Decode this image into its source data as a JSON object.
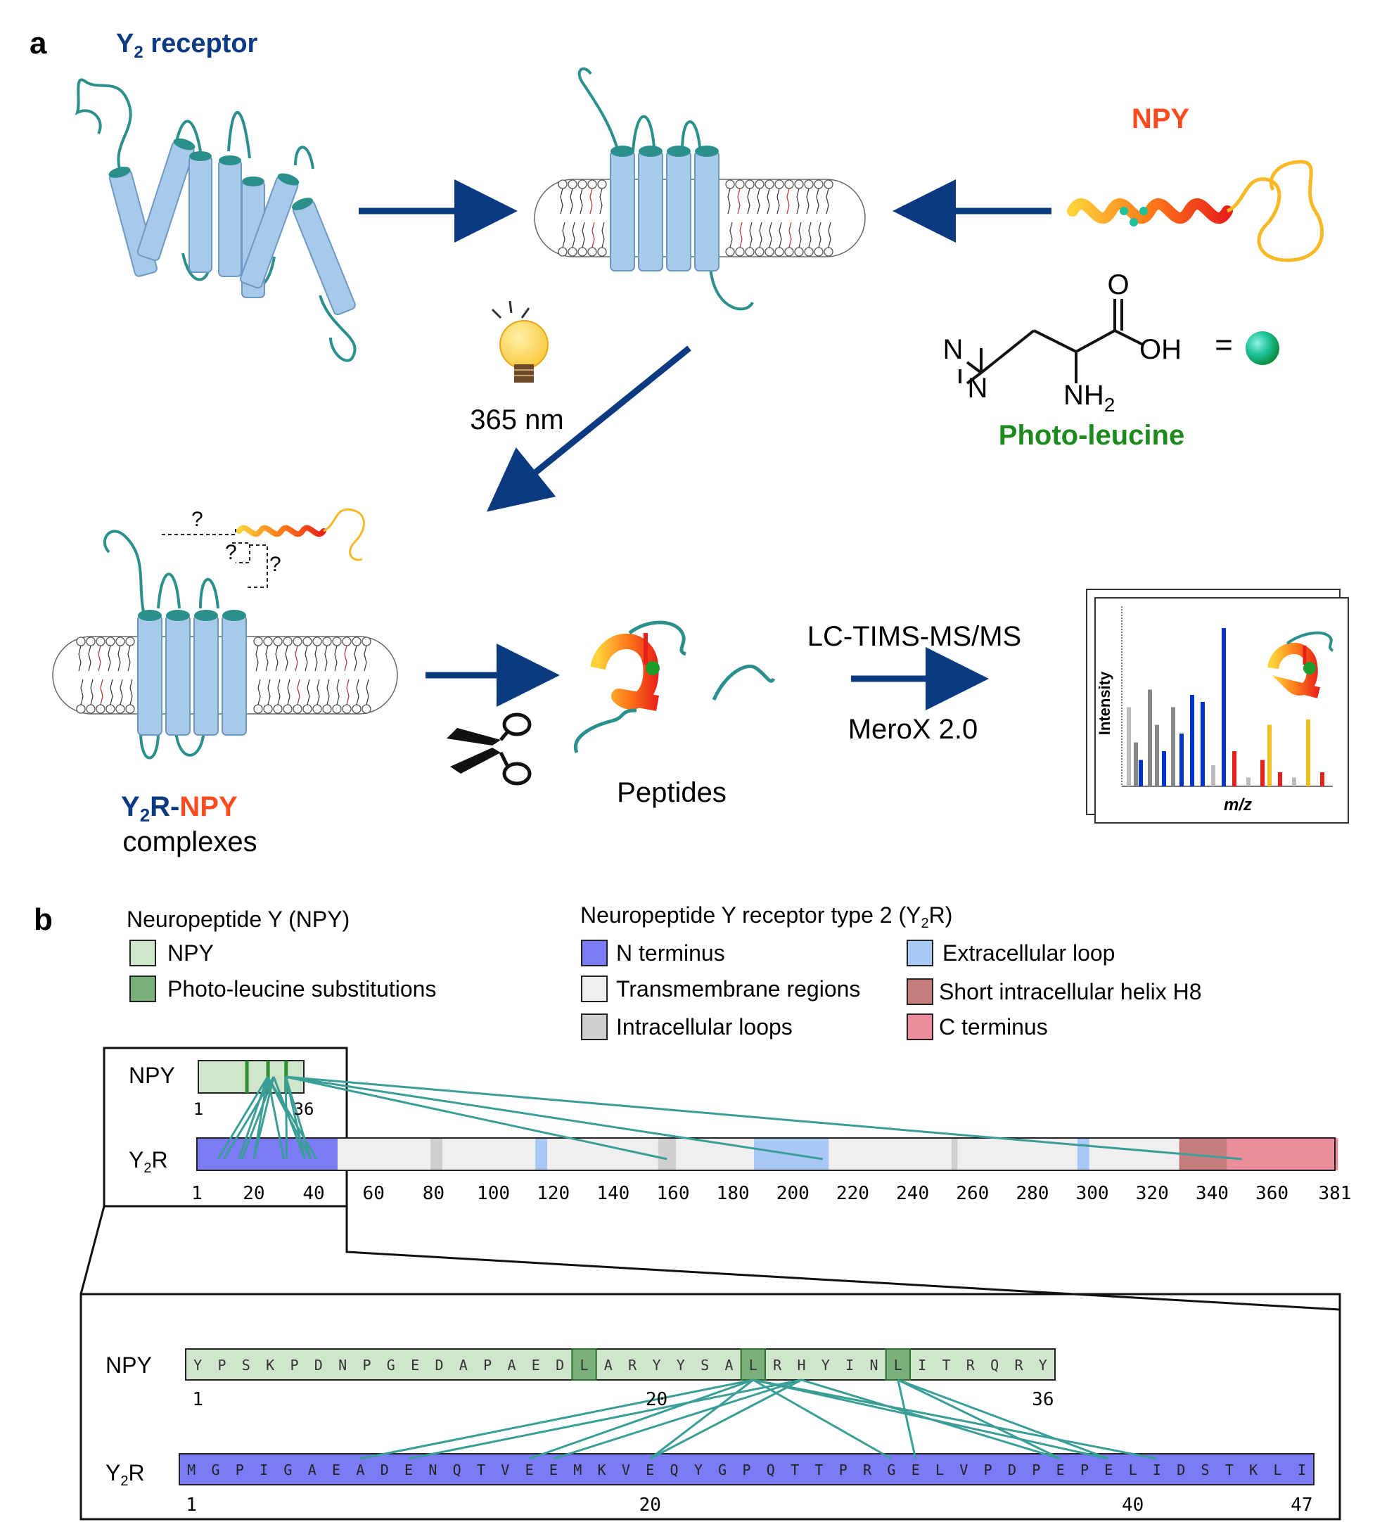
{
  "panel_a": {
    "label": "a",
    "receptor_title_main": "Y",
    "receptor_title_sub": "2",
    "receptor_title_rest": " receptor",
    "npy_title": "NPY",
    "light_label": "365 nm",
    "photoleucine": {
      "atom_o": "O",
      "atom_oh": "OH",
      "atom_n1": "N",
      "atom_n2": "N",
      "atom_nh": "NH",
      "atom_nh_sub": "2",
      "equals": "=",
      "name": "Photo-leucine"
    },
    "question_mark": "?",
    "complex_y": "Y",
    "complex_sub": "2",
    "complex_r": "R-",
    "complex_npy": "NPY",
    "complex_word": "complexes",
    "peptides_label": "Peptides",
    "method_label": "LC-TIMS-MS/MS",
    "software_label": "MeroX 2.0",
    "spectrum_ylabel": "Intensity",
    "spectrum_xlabel": "m/z"
  },
  "panel_b": {
    "label": "b",
    "npy_legend_title": "Neuropeptide Y (NPY)",
    "npy_legend": [
      {
        "label": "NPY",
        "color": "#cfe5cc"
      },
      {
        "label": "Photo-leucine substitutions",
        "color": "#79b07a"
      }
    ],
    "y2r_legend_title_pre": "Neuropeptide Y receptor type 2 (Y",
    "y2r_legend_title_sub": "2",
    "y2r_legend_title_post": "R)",
    "y2r_legend": [
      {
        "label": "N terminus",
        "color": "#7b7bf5"
      },
      {
        "label": "Transmembrane regions",
        "color": "#efefef"
      },
      {
        "label": "Intracellular loops",
        "color": "#cfcfcf"
      },
      {
        "label": "Extracellular loop",
        "color": "#aac8f5"
      },
      {
        "label": "Short intracellular helix H8",
        "color": "#c47c7c"
      },
      {
        "label": "C terminus",
        "color": "#ec8d9b"
      }
    ],
    "npy_track_label": "NPY",
    "y2r_track_label_main": "Y",
    "y2r_track_label_sub": "2",
    "y2r_track_label_rest": "R",
    "npy_overview_ticks": [
      "1",
      "36"
    ],
    "y2r_overview_ticks": [
      "1",
      "20",
      "40",
      "60",
      "80",
      "100",
      "120",
      "140",
      "160",
      "180",
      "200",
      "220",
      "240",
      "260",
      "280",
      "300",
      "320",
      "340",
      "360",
      "381"
    ],
    "npy_sequence": "YPSKPDNPGEDAPAEDLARYYSALRHYINLITRQRY",
    "y2r_sequence": "MGPIGAEADENQTVEEMKVEQYGPQTTPRGELVPDPEPELIDSTKLI",
    "npy_detail_ticks": [
      "1",
      "20",
      "36"
    ],
    "y2r_detail_ticks": [
      "1",
      "20",
      "40",
      "47"
    ],
    "photoleucine_positions": [
      17,
      24,
      30
    ],
    "y2r_regions": [
      {
        "start": 1,
        "end": 47,
        "type": "N terminus"
      },
      {
        "start": 48,
        "end": 78,
        "type": "Transmembrane regions"
      },
      {
        "start": 79,
        "end": 82,
        "type": "Intracellular loops"
      },
      {
        "start": 83,
        "end": 113,
        "type": "Transmembrane regions"
      },
      {
        "start": 114,
        "end": 117,
        "type": "Extracellular loop"
      },
      {
        "start": 118,
        "end": 154,
        "type": "Transmembrane regions"
      },
      {
        "start": 155,
        "end": 160,
        "type": "Intracellular loops"
      },
      {
        "start": 161,
        "end": 186,
        "type": "Transmembrane regions"
      },
      {
        "start": 187,
        "end": 211,
        "type": "Extracellular loop"
      },
      {
        "start": 212,
        "end": 252,
        "type": "Transmembrane regions"
      },
      {
        "start": 253,
        "end": 254,
        "type": "Intracellular loops"
      },
      {
        "start": 255,
        "end": 294,
        "type": "Transmembrane regions"
      },
      {
        "start": 295,
        "end": 298,
        "type": "Extracellular loop"
      },
      {
        "start": 299,
        "end": 328,
        "type": "Transmembrane regions"
      },
      {
        "start": 329,
        "end": 344,
        "type": "Short intracellular helix H8"
      },
      {
        "start": 345,
        "end": 381,
        "type": "C terminus"
      }
    ],
    "crosslinks": [
      {
        "npy": 24,
        "y2r": 8
      },
      {
        "npy": 24,
        "y2r": 15
      },
      {
        "npy": 24,
        "y2r": 20
      },
      {
        "npy": 24,
        "y2r": 30
      },
      {
        "npy": 24,
        "y2r": 39
      },
      {
        "npy": 24,
        "y2r": 41
      },
      {
        "npy": 26,
        "y2r": 10
      },
      {
        "npy": 26,
        "y2r": 16
      },
      {
        "npy": 26,
        "y2r": 20
      },
      {
        "npy": 26,
        "y2r": 37
      },
      {
        "npy": 30,
        "y2r": 31
      },
      {
        "npy": 30,
        "y2r": 37
      },
      {
        "npy": 30,
        "y2r": 39
      },
      {
        "npy": 30,
        "y2r": 158
      },
      {
        "npy": 30,
        "y2r": 210
      },
      {
        "npy": 30,
        "y2r": 350
      }
    ]
  },
  "colors": {
    "navy": "#0b3a80",
    "npy_orange": "#ff4b1f",
    "photoleucine_green": "#1c8a1c",
    "receptor_blue": "#a7c9ea",
    "receptor_teal": "#2b8f8c",
    "crosslink": "#3a9e96"
  }
}
